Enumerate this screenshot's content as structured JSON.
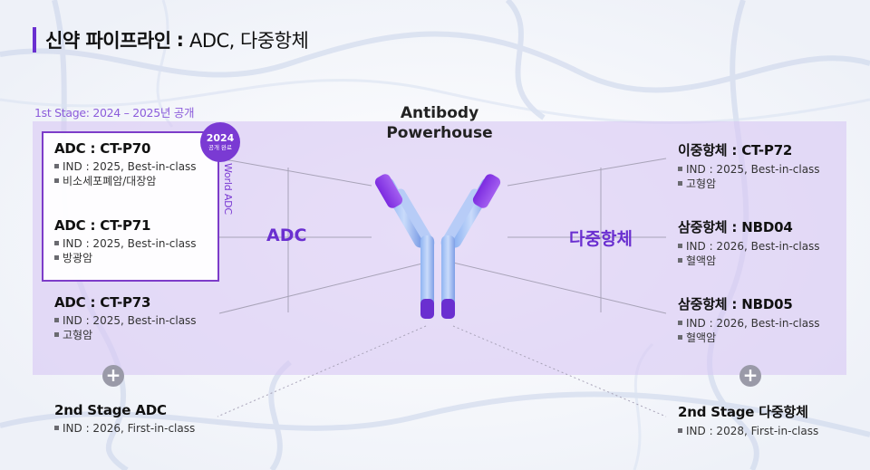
{
  "title": {
    "main": "신약 파이프라인",
    "separator": ":",
    "sub": "ADC, 다중항체"
  },
  "stage_label": "1st Stage: 2024 – 2025년 공개",
  "center_title_line1": "Antibody",
  "center_title_line2": "Powerhouse",
  "badge": {
    "year": "2024",
    "text": "공개 완료"
  },
  "world_adc": "World ADC",
  "categories": {
    "left": "ADC",
    "right": "다중항체"
  },
  "left_items": [
    {
      "title": "ADC : CT-P70",
      "lines": [
        "IND : 2025, Best-in-class",
        "비소세포폐암/대장암"
      ]
    },
    {
      "title": "ADC : CT-P71",
      "lines": [
        "IND : 2025, Best-in-class",
        "방광암"
      ]
    },
    {
      "title": "ADC : CT-P73",
      "lines": [
        "IND : 2025, Best-in-class",
        "고형암"
      ]
    }
  ],
  "right_items": [
    {
      "title": "이중항체 : CT-P72",
      "lines": [
        "IND : 2025, Best-in-class",
        "고형암"
      ]
    },
    {
      "title": "삼중항체 : NBD04",
      "lines": [
        "IND : 2026, Best-in-class",
        "혈액암"
      ]
    },
    {
      "title": "삼중항체 : NBD05",
      "lines": [
        "IND : 2026, Best-in-class",
        "혈액암"
      ]
    }
  ],
  "stage2_left": {
    "title": "2nd Stage ADC",
    "line": "IND : 2026, First-in-class"
  },
  "stage2_right": {
    "title": "2nd Stage 다중항체",
    "line": "IND : 2028, First-in-class"
  },
  "plus_symbol": "+",
  "colors": {
    "accent": "#6a2fd0",
    "band": "#d8c8f3",
    "badge": "#7a3ad3"
  }
}
